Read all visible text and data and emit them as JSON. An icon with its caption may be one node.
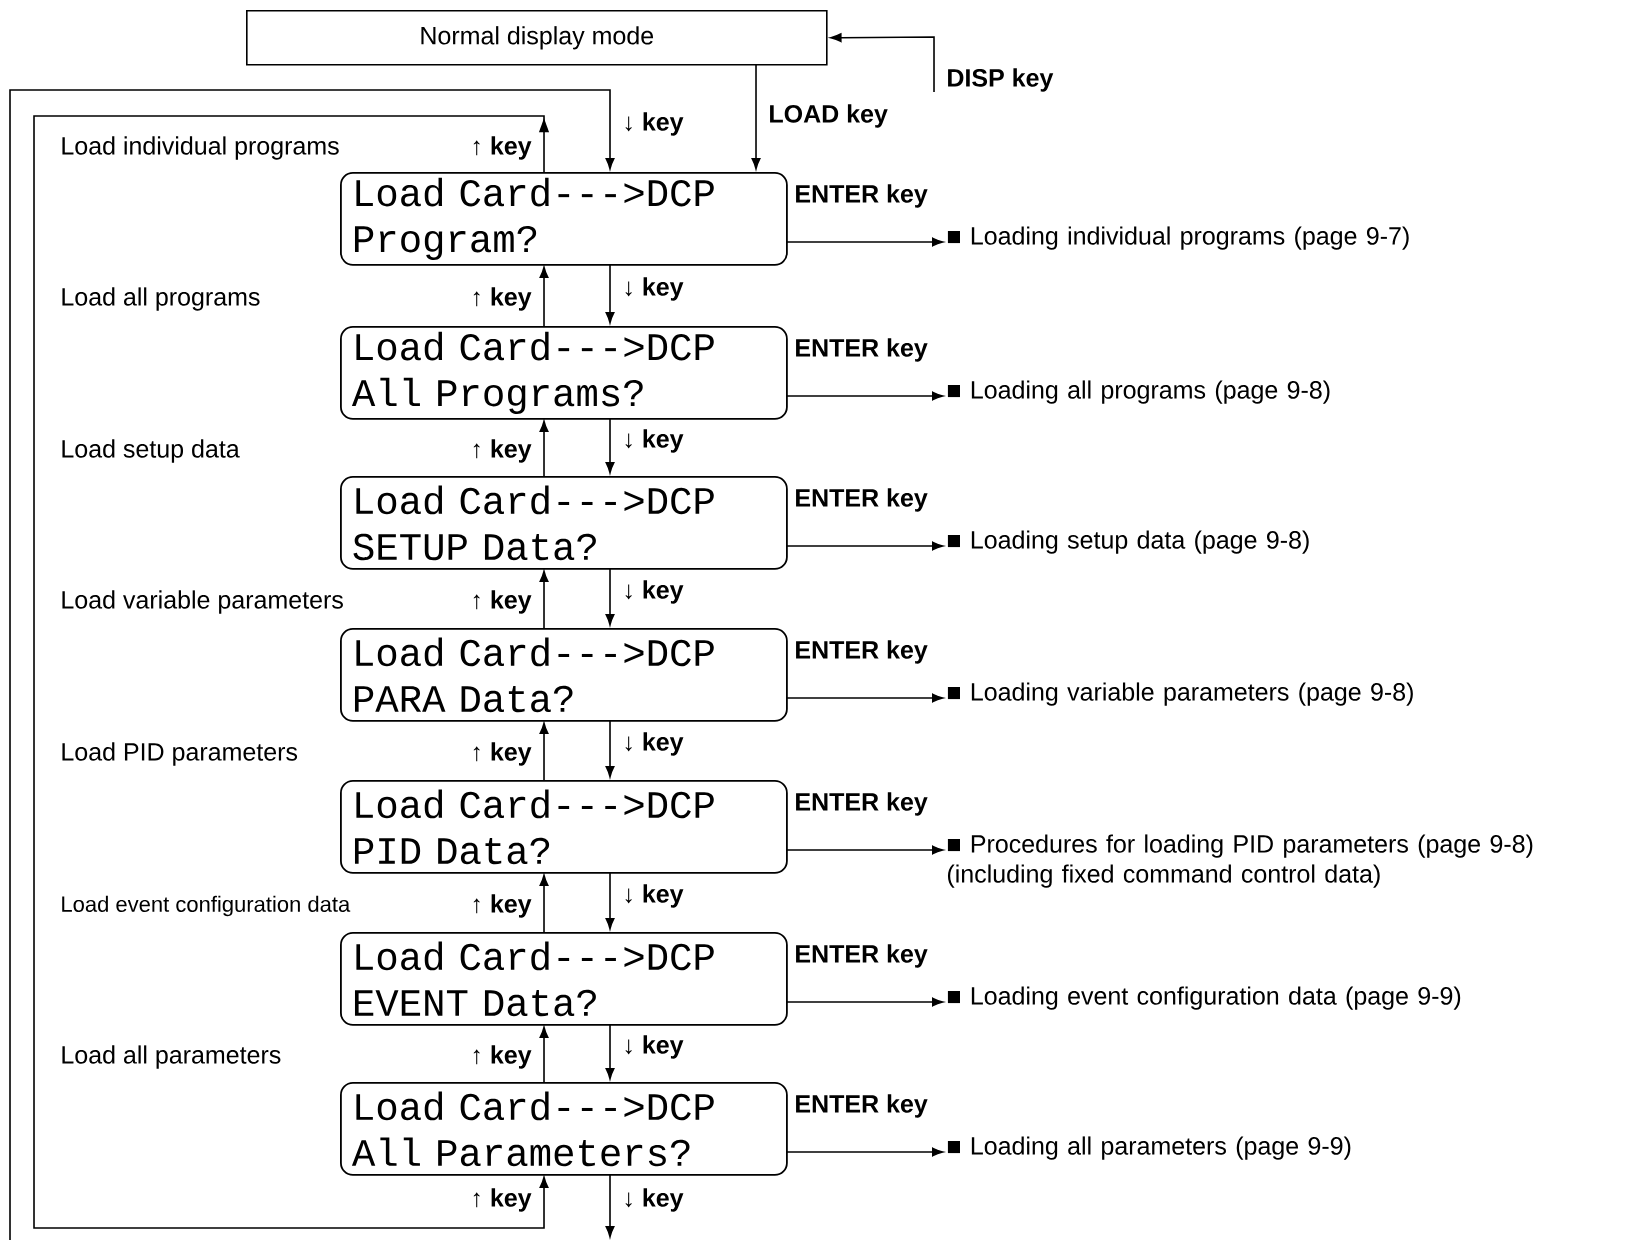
{
  "diagram": {
    "nodes": [
      {
        "text": [
          "Normal display mode"
        ]
      },
      {
        "text": [
          "Load Card--->DCP",
          "Program?"
        ]
      },
      {
        "text": [
          "Load Card--->DCP",
          "All Programs?"
        ]
      },
      {
        "text": [
          "Load Card--->DCP",
          "SETUP Data?"
        ]
      },
      {
        "text": [
          "Load Card--->DCP",
          "PARA Data?"
        ]
      },
      {
        "text": [
          "Load Card--->DCP",
          "PID Data?"
        ]
      },
      {
        "text": [
          "Load Card--->DCP",
          "EVENT Data?"
        ]
      },
      {
        "text": [
          "Load Card--->DCP",
          "All Parameters?"
        ]
      },
      {
        "text": [
          "■ Loading individual programs (page 9-7)"
        ]
      },
      {
        "text": [
          "■ Loading all programs (page 9-8)"
        ]
      },
      {
        "text": [
          "■ Loading setup data (page 9-8)"
        ]
      },
      {
        "text": [
          "■ Loading variable parameters (page 9-8)"
        ]
      },
      {
        "text": [
          "■ Procedures for loading PID parameters (page 9-8) (including fixed command control data)"
        ]
      },
      {
        "text": [
          "■ Loading event configuration data (page 9-9)"
        ]
      },
      {
        "text": [
          "■ Loading all parameters (page 9-9)"
        ]
      }
    ],
    "edges": [
      {
        "from": null,
        "to": 0,
        "arrow": "to",
        "label": "DISP key"
      },
      {
        "from": 0,
        "to": 1,
        "arrow": "to",
        "label": "LOAD key"
      },
      {
        "from": 1,
        "to": 2,
        "arrow": "to",
        "label": "↓ **key**"
      },
      {
        "from": 2,
        "to": 3,
        "arrow": "to",
        "label": "↓ **key**"
      },
      {
        "from": 3,
        "to": 4,
        "arrow": "to",
        "label": "↓ **key**"
      },
      {
        "from": 4,
        "to": 5,
        "arrow": "to",
        "label": "↓ **key**"
      },
      {
        "from": 5,
        "to": 6,
        "arrow": "to",
        "label": "↓ **key**"
      },
      {
        "from": 6,
        "to": 7,
        "arrow": "to",
        "label": "↓ **key**"
      },
      {
        "from": 2,
        "to": 1,
        "arrow": "to",
        "label": "↑ **key**"
      },
      {
        "from": 3,
        "to": 2,
        "arrow": "to",
        "label": "↑ **key**"
      },
      {
        "from": 4,
        "to": 3,
        "arrow": "to",
        "label": "↑ **key**"
      },
      {
        "from": 5,
        "to": 4,
        "arrow": "to",
        "label": "↑ **key**"
      },
      {
        "from": 6,
        "to": 5,
        "arrow": "to",
        "label": "↑ **key**"
      },
      {
        "from": 7,
        "to": 6,
        "arrow": "to",
        "label": "↑ **key**"
      },
      {
        "from": 7,
        "to": null,
        "arrow": "to",
        "label": "↓ **key**"
      },
      {
        "from": null,
        "to": 1,
        "arrow": "to",
        "label": "↓ **key**"
      },
      {
        "from": 1,
        "to": 7,
        "arrow": "to",
        "label": "↑ **key**"
      },
      {
        "from": 1,
        "to": 8,
        "arrow": "to",
        "label": "ENTER key"
      },
      {
        "from": 2,
        "to": 9,
        "arrow": "to",
        "label": "ENTER key"
      },
      {
        "from": 3,
        "to": 10,
        "arrow": "to",
        "label": "ENTER key"
      },
      {
        "from": 4,
        "to": 11,
        "arrow": "to",
        "label": "ENTER key"
      },
      {
        "from": 5,
        "to": 12,
        "arrow": "to",
        "label": "ENTER key"
      },
      {
        "from": 6,
        "to": 13,
        "arrow": "to",
        "label": "ENTER key"
      },
      {
        "from": 7,
        "to": 14,
        "arrow": "to",
        "label": "ENTER key"
      }
    ],
    "labels": [
      "Load individual programs",
      "Load all programs",
      "Load setup data",
      "Load variable parameters",
      "Load PID parameters",
      "Load event configuration data",
      "Load all parameters",
      "↑ **key**"
    ]
  }
}
